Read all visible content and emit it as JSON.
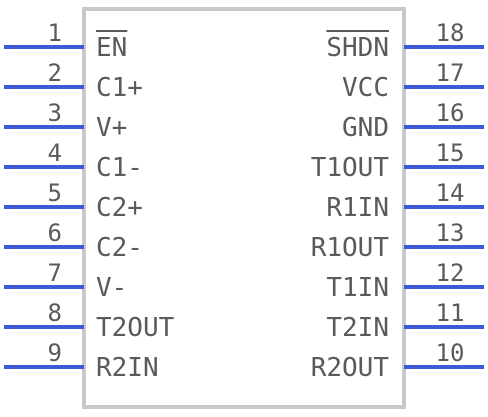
{
  "component": {
    "left_pins": [
      {
        "number": "1",
        "name": "EN",
        "overline": true
      },
      {
        "number": "2",
        "name": "C1+",
        "overline": false
      },
      {
        "number": "3",
        "name": "V+",
        "overline": false
      },
      {
        "number": "4",
        "name": "C1-",
        "overline": false
      },
      {
        "number": "5",
        "name": "C2+",
        "overline": false
      },
      {
        "number": "6",
        "name": "C2-",
        "overline": false
      },
      {
        "number": "7",
        "name": "V-",
        "overline": false
      },
      {
        "number": "8",
        "name": "T2OUT",
        "overline": false
      },
      {
        "number": "9",
        "name": "R2IN",
        "overline": false
      }
    ],
    "right_pins": [
      {
        "number": "18",
        "name": "SHDN",
        "overline": true
      },
      {
        "number": "17",
        "name": "VCC",
        "overline": false
      },
      {
        "number": "16",
        "name": "GND",
        "overline": false
      },
      {
        "number": "15",
        "name": "T1OUT",
        "overline": false
      },
      {
        "number": "14",
        "name": "R1IN",
        "overline": false
      },
      {
        "number": "13",
        "name": "R1OUT",
        "overline": false
      },
      {
        "number": "12",
        "name": "T1IN",
        "overline": false
      },
      {
        "number": "11",
        "name": "T2IN",
        "overline": false
      },
      {
        "number": "10",
        "name": "R2OUT",
        "overline": false
      }
    ]
  },
  "colors": {
    "pin_line": "#3b5bdb",
    "body_outline": "#c8c8c8",
    "text": "#5a5a5a"
  }
}
